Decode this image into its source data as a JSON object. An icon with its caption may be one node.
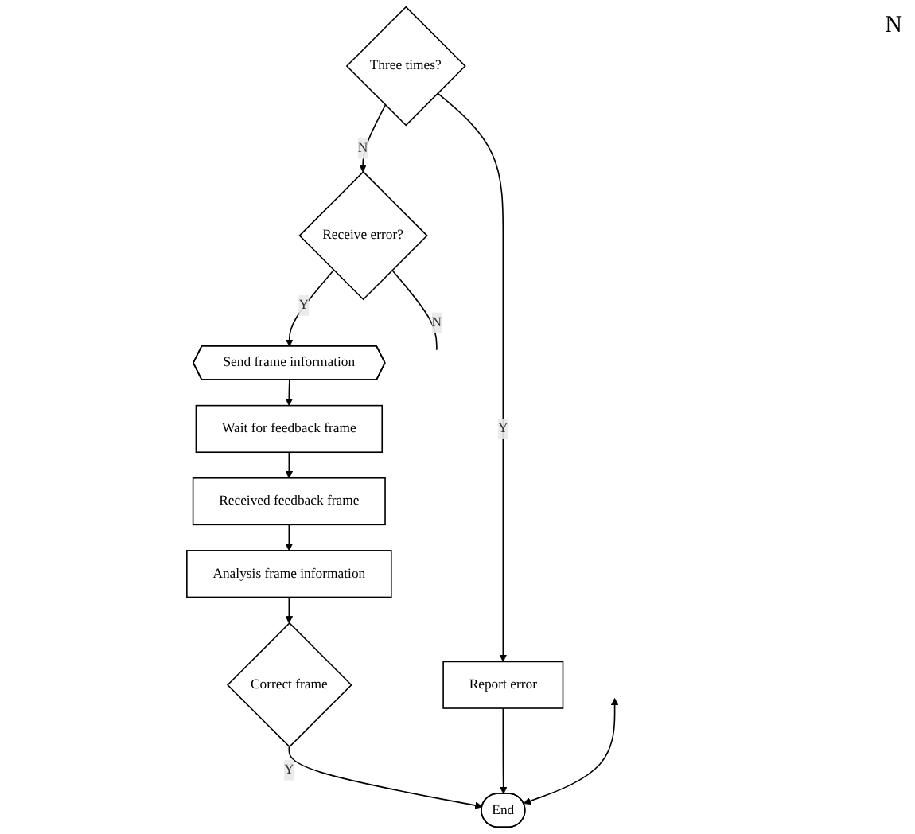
{
  "diagram": {
    "nodes": [
      {
        "text": [
          "Send frame information"
        ]
      },
      {
        "text": [
          "Wait for feedback frame"
        ]
      },
      {
        "text": [
          "Received feedback frame"
        ]
      },
      {
        "text": [
          "Analysis frame information"
        ]
      },
      {
        "text": [
          "Correct frame"
        ]
      },
      {
        "text": [
          "Receive error?"
        ]
      },
      {
        "text": [
          "Three times?"
        ]
      },
      {
        "text": [
          "Report error"
        ]
      },
      {
        "text": [
          "End"
        ]
      }
    ],
    "edges": [
      {
        "from": 0,
        "to": 1,
        "arrow": "to"
      },
      {
        "from": 1,
        "to": 2,
        "arrow": "to"
      },
      {
        "from": 2,
        "to": 3,
        "arrow": "to"
      },
      {
        "from": 3,
        "to": 4,
        "arrow": "to"
      },
      {
        "from": 4,
        "to": 8,
        "label": "Y",
        "arrow": "to"
      },
      {
        "from": 6,
        "to": 5,
        "label": "N",
        "arrow": "to"
      },
      {
        "from": 5,
        "to": 0,
        "label": "Y",
        "arrow": "to"
      },
      {
        "from": 5,
        "to": null,
        "label": "N",
        "arrow": "none"
      },
      {
        "from": 6,
        "to": 7,
        "label": "Y",
        "arrow": "to"
      },
      {
        "from": 7,
        "to": 8,
        "arrow": "to"
      },
      {
        "from": null,
        "to": 8,
        "arrow": "both"
      }
    ],
    "labels": [
      "N"
    ]
  }
}
